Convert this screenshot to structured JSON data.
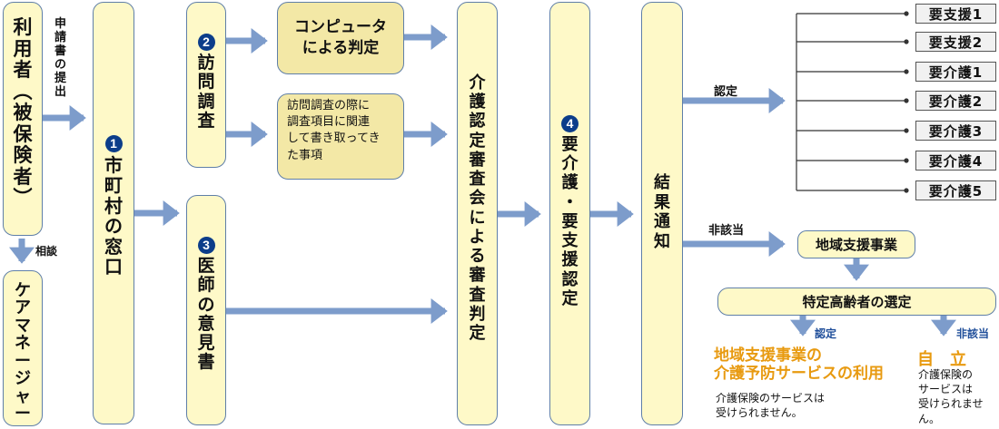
{
  "nodes": {
    "user": {
      "chars": [
        "利",
        "用",
        "者",
        "︵",
        "被",
        "保",
        "険",
        "者",
        "︶"
      ]
    },
    "care_manager": {
      "chars": [
        "ケ",
        "ア",
        "マ",
        "ネ",
        "ー",
        "ジ",
        "ャ",
        "ー"
      ]
    },
    "municipal": {
      "num": "1",
      "chars": [
        "市",
        "町",
        "村",
        "の",
        "窓",
        "口"
      ]
    },
    "visit_survey": {
      "num": "2",
      "chars": [
        "訪",
        "問",
        "調",
        "査"
      ]
    },
    "doctor_opinion": {
      "num": "3",
      "chars": [
        "医",
        "師",
        "の",
        "意",
        "見",
        "書"
      ]
    },
    "computer_judgement": {
      "line1": "コンピュータ",
      "line2": "による判定"
    },
    "survey_notes": {
      "lines": [
        "訪問調査の際に",
        "調査項目に関連",
        "して書き取ってき",
        "た事項"
      ]
    },
    "review_board": {
      "chars": [
        "介",
        "護",
        "認",
        "定",
        "審",
        "査",
        "会",
        "に",
        "よ",
        "る",
        "審",
        "査",
        "判",
        "定"
      ]
    },
    "certification": {
      "num": "4",
      "chars": [
        "要",
        "介",
        "護",
        "・",
        "要",
        "支",
        "援",
        "認",
        "定"
      ]
    },
    "result_notice": {
      "chars": [
        "結",
        "果",
        "通",
        "知"
      ]
    },
    "community_support": {
      "label": "地域支援事業"
    },
    "specific_elderly": {
      "label": "特定高齢者の選定"
    }
  },
  "edge_labels": {
    "submit_application": [
      "申",
      "請",
      "書",
      "の",
      "提",
      "出"
    ],
    "consult": "相談",
    "certified": "認定",
    "not_applicable": "非該当",
    "certified_2": "認定",
    "not_applicable_2": "非該当"
  },
  "grades": [
    "要支援1",
    "要支援2",
    "要介護1",
    "要介護2",
    "要介護3",
    "要介護4",
    "要介護5"
  ],
  "outcomes": {
    "prevention": {
      "title_line1": "地域支援事業の",
      "title_line2": "介護予防サービスの利用",
      "note_line1": "介護保険のサービスは",
      "note_line2": "受けられません。"
    },
    "independent": {
      "title": "自　立",
      "note_line1": "介護保険の",
      "note_line2": "サービスは",
      "note_line3": "受けられません。"
    }
  },
  "colors": {
    "arrow": "#7d9ccb",
    "box_fill": "#fef9c8",
    "box_border": "#5f7fa8",
    "badge": "#0c3d8a",
    "outcome_title": "#e89a10",
    "edge_label_blue": "#1f4e9a"
  }
}
